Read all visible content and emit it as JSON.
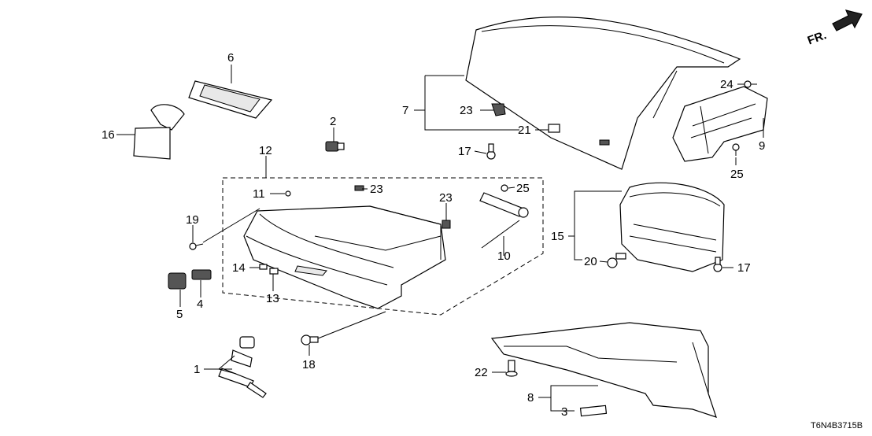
{
  "labels": {
    "p1": "1",
    "p2": "2",
    "p3": "3",
    "p4": "4",
    "p5": "5",
    "p6": "6",
    "p7": "7",
    "p8": "8",
    "p9": "9",
    "p10": "10",
    "p11": "11",
    "p12": "12",
    "p13": "13",
    "p14": "14",
    "p15": "15",
    "p16": "16",
    "p17a": "17",
    "p17b": "17",
    "p18": "18",
    "p19": "19",
    "p20": "20",
    "p21": "21",
    "p22": "22",
    "p23a": "23",
    "p23b": "23",
    "p23c": "23",
    "p24": "24",
    "p25a": "25",
    "p25b": "25"
  },
  "direction_marker": "FR.",
  "diagram_code": "T6N4B3715B"
}
